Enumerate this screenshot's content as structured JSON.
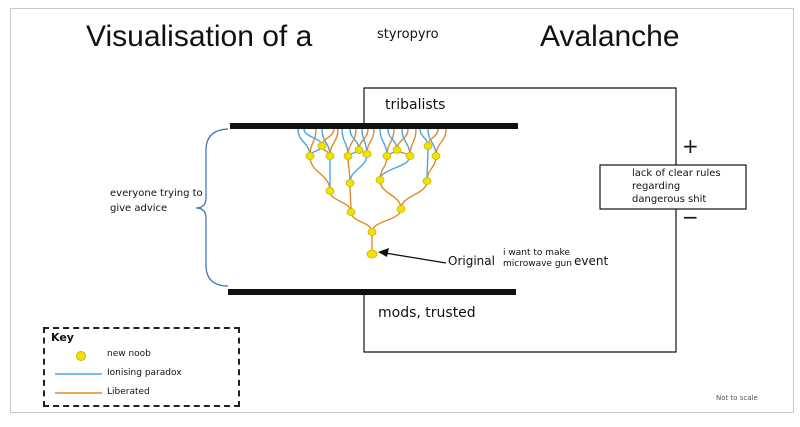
{
  "title": {
    "part1": "Visualisation of a",
    "inserted": "styropyro",
    "part2": "Avalanche"
  },
  "labels": {
    "top_plate": "tribalists",
    "bottom_plate": "mods, trusted",
    "brace": "everyone trying to give advice",
    "battery_box": "lack of clear rules regarding dangerous shit",
    "plus": "+",
    "minus": "−",
    "original_event": "Original",
    "original_event_note": "i want to make microwave gun",
    "original_event_end": "event",
    "footer": "Not to scale"
  },
  "key": {
    "title": "Key",
    "items": [
      {
        "label": "new noob",
        "color": "#f2e200",
        "icon": "node-dot"
      },
      {
        "label": "Ionising paradox",
        "color": "#4da6e0",
        "icon": "blue-line"
      },
      {
        "label": "Liberated",
        "color": "#e08a2a",
        "icon": "orange-line"
      }
    ]
  },
  "colors": {
    "node": "#f2e200",
    "blue_path": "#4da6e0",
    "orange_path": "#e08a2a",
    "plate": "#111111"
  }
}
